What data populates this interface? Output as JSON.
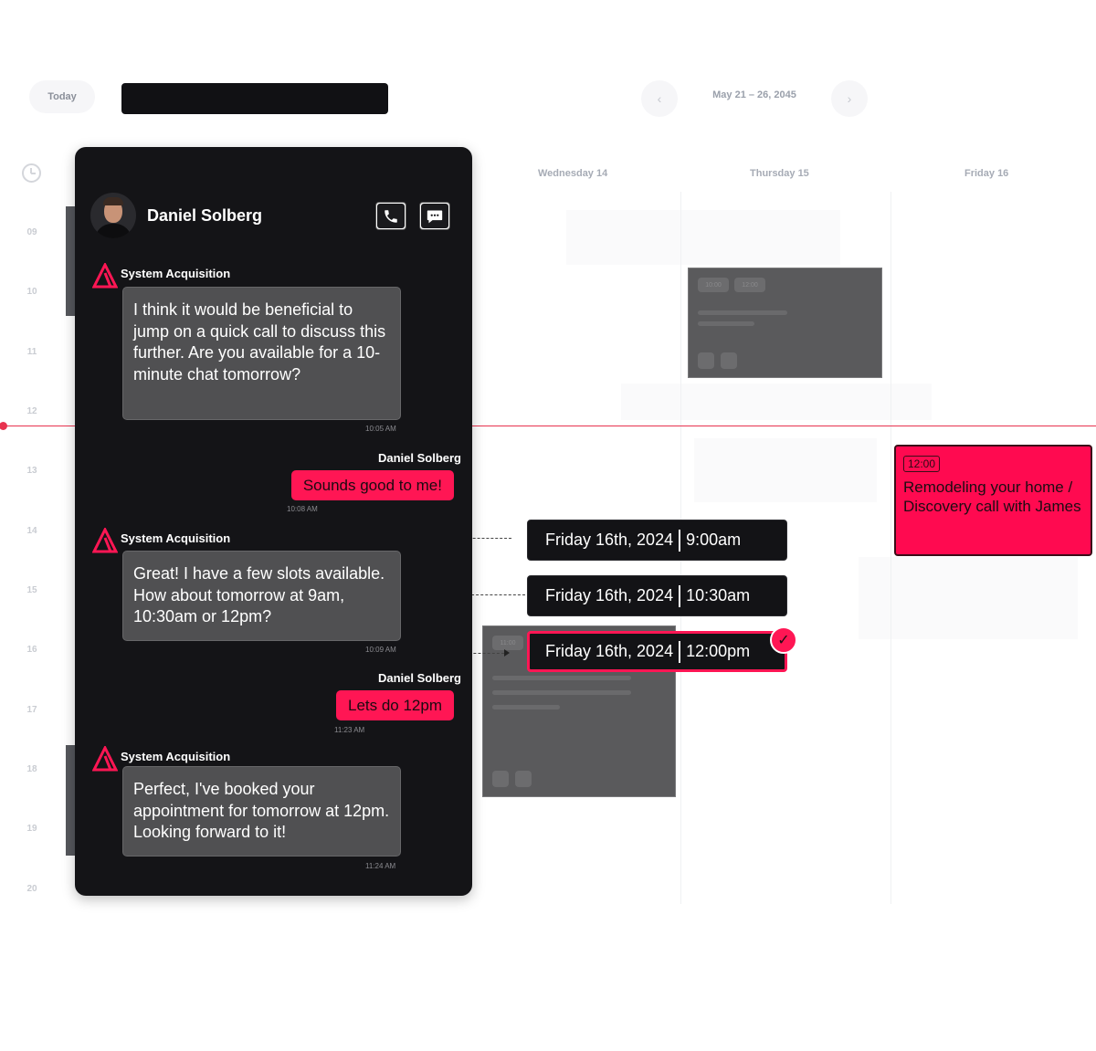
{
  "calendar": {
    "today_label": "Today",
    "date_range": "May 21 – 26, 2045",
    "prev_icon": "‹",
    "next_icon": "›",
    "hours": [
      "09",
      "10",
      "11",
      "12",
      "13",
      "14",
      "15",
      "16",
      "17",
      "18",
      "19",
      "20"
    ],
    "days": [
      "Wednesday 14",
      "Thursday 15",
      "Friday 16"
    ],
    "ghost_card_top": {
      "chips": [
        "10:00",
        "12:00"
      ]
    },
    "ghost_card_bottom": {
      "chips": [
        "11:00"
      ]
    },
    "event": {
      "time": "12:00",
      "title": "Remodeling your home / Discovery call with James"
    }
  },
  "slots": [
    {
      "date": "Friday 16th, 2024",
      "time": "9:00am",
      "selected": false
    },
    {
      "date": "Friday 16th, 2024",
      "time": "10:30am",
      "selected": false
    },
    {
      "date": "Friday 16th, 2024",
      "time": "12:00pm",
      "selected": true
    }
  ],
  "chat": {
    "contact_name": "Daniel Solberg",
    "messages": [
      {
        "sender": "System Acquisition",
        "text": "I think it would be beneficial to jump on a quick call to discuss this further. Are you available for a 10-minute chat tomorrow?",
        "time": "10:05 AM"
      },
      {
        "sender": "Daniel Solberg",
        "text": "Sounds good to me!",
        "time": "10:08 AM"
      },
      {
        "sender": "System Acquisition",
        "text": "Great! I have a few slots available. How about tomorrow at 9am, 10:30am or 12pm?",
        "time": "10:09 AM"
      },
      {
        "sender": "Daniel Solberg",
        "text": "Lets do 12pm",
        "time": "11:23 AM"
      },
      {
        "sender": "System Acquisition",
        "text": "Perfect, I've booked your appointment for tomorrow at 12pm. Looking forward to it!",
        "time": "11:24 AM"
      }
    ]
  },
  "colors": {
    "accent": "#ff1654",
    "panel": "#141417",
    "bubble": "#505052",
    "now_line": "#e8324f"
  }
}
